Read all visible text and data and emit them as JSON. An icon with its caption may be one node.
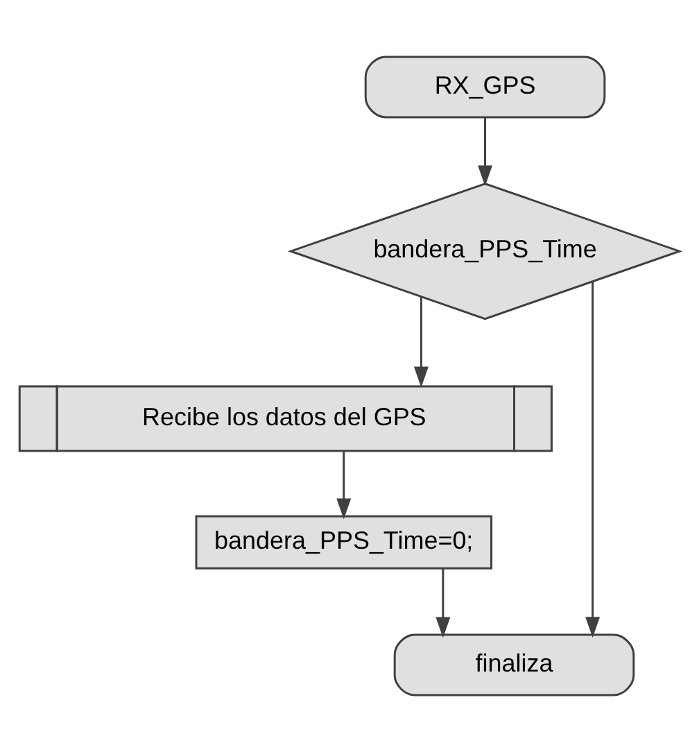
{
  "diagram": {
    "nodes": [
      {
        "text": [
          "RX_GPS"
        ]
      },
      {
        "text": [
          "bandera_PPS_Time"
        ]
      },
      {
        "text": [
          "Recibe los datos del GPS"
        ]
      },
      {
        "text": [
          "bandera_PPS_Time=0;"
        ]
      },
      {
        "text": [
          "finaliza"
        ]
      }
    ],
    "edges": [
      {
        "from": 0,
        "to": 1,
        "arrow": "to"
      },
      {
        "from": 1,
        "to": 2,
        "arrow": "to"
      },
      {
        "from": 2,
        "to": 3,
        "arrow": "to"
      },
      {
        "from": 1,
        "to": 4,
        "arrow": "to"
      },
      {
        "from": 3,
        "to": 4,
        "arrow": "to"
      }
    ]
  }
}
